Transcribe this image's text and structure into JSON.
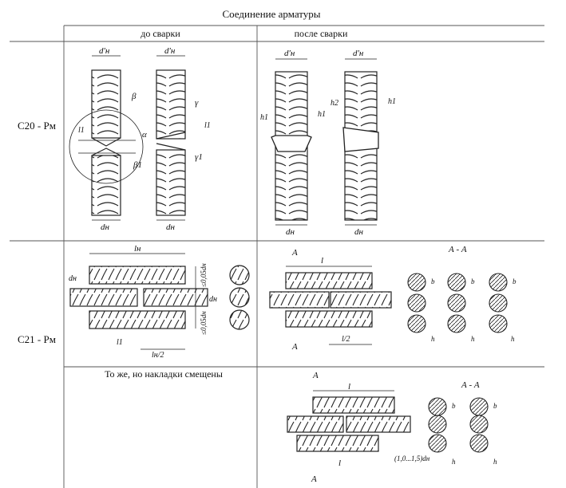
{
  "table": {
    "title": "Соединение арматуры",
    "col_before": "до сварки",
    "col_after": "после сварки",
    "row1_label": "С20 - Рм",
    "row2_label": "С21 - Рм",
    "row3_note": "То же, но накладки смещены"
  },
  "labels": {
    "d_prime": "d′н",
    "d_n": "dн",
    "beta": "β",
    "beta1": "β1",
    "alpha": "α",
    "gamma": "γ",
    "gamma1": "γ1",
    "l1": "l1",
    "h1": "h1",
    "h2": "h2",
    "l_n": "lн",
    "l_n_half": "lн/2",
    "l": "l",
    "l_half": "l/2",
    "A": "А",
    "section": "А - А",
    "b": "b",
    "h": "h",
    "tol": "≤0,05dн",
    "range": "(1,0...1,5)dн"
  }
}
